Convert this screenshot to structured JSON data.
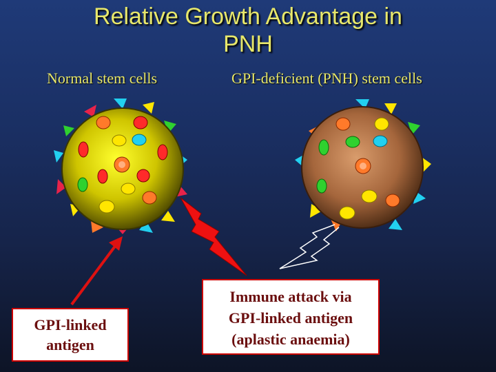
{
  "title_line1": "Relative Growth Advantage in",
  "title_line2": "PNH",
  "label_normal": "Normal stem cells",
  "label_pnh": "GPI-deficient (PNH) stem cells",
  "antigen_box": {
    "line1": "GPI-linked",
    "line2": "antigen"
  },
  "immune_box": {
    "line1": "Immune attack via",
    "line2": "GPI-linked antigen",
    "line3": "(aplastic anaemia)"
  },
  "colors": {
    "title": "#e7e76b",
    "normal_cell": "#c9c200",
    "pnh_cell": "#a0633b",
    "lightning": "#ee1111",
    "arrow": "#dd1111",
    "box_border": "#cc0000",
    "box_text": "#6b0f0f"
  }
}
